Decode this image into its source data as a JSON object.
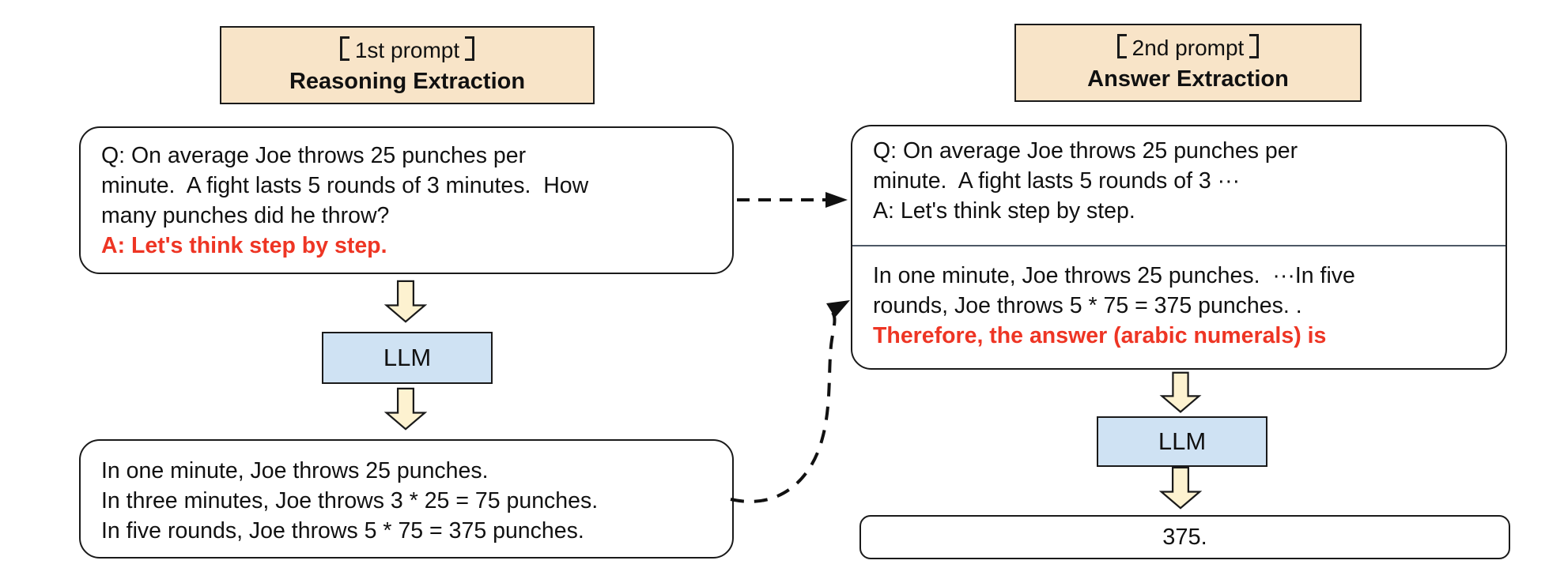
{
  "palette": {
    "header_fill": "#f8e4c8",
    "llm_fill": "#cfe2f3",
    "block_arrow_fill": "#fdf2d0",
    "accent_red": "#ee3524",
    "border": "#1a1a1a",
    "divider": "#4d5866"
  },
  "left": {
    "header": {
      "line1_full": "【1st prompt】",
      "line1_text": "1st prompt",
      "line2": "Reasoning Extraction"
    },
    "question_box": {
      "line1": "Q: On average Joe throws 25 punches per",
      "line2": "minute.  A fight lasts 5 rounds of 3 minutes.  How",
      "line3": "many punches did he throw?",
      "line4": "A: Let's think step by step."
    },
    "llm_label": "LLM",
    "output_box": {
      "line1": "In one minute, Joe throws 25 punches.",
      "line2": "In three minutes, Joe throws 3 * 25 = 75 punches.",
      "line3": "In five rounds, Joe throws 5 * 75 = 375 punches."
    }
  },
  "right": {
    "header": {
      "line1_full": "【2nd prompt】",
      "line1_text": "2nd prompt",
      "line2": "Answer Extraction"
    },
    "prompt_box": {
      "sec1_line1": "Q: On average Joe throws 25 punches per",
      "sec1_line2": "minute.  A fight lasts 5 rounds of 3 ···",
      "sec1_line3": "A: Let's think step by step.",
      "sec2_line1": "In one minute, Joe throws 25 punches.  ···In five",
      "sec2_line2": "rounds, Joe throws 5 * 75 = 375 punches. .",
      "sec2_line3": "Therefore, the answer (arabic numerals) is"
    },
    "llm_label": "LLM",
    "answer_box_text": "375."
  }
}
